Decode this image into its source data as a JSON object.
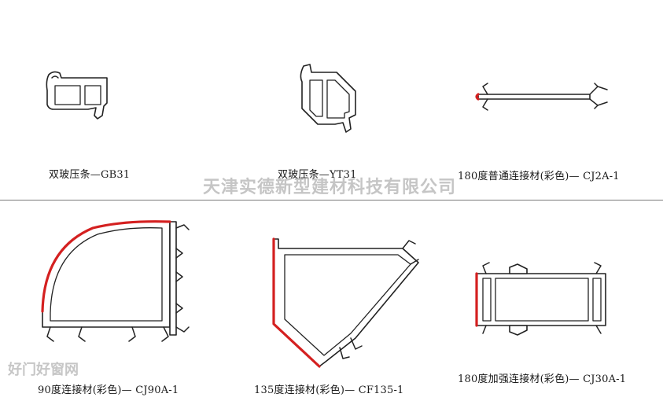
{
  "watermark": "天津实德新型建材科技有限公司",
  "site_mark": "好门好窗网",
  "colors": {
    "outline": "#222222",
    "accent_seal": "#d42020"
  },
  "profiles": [
    {
      "caption": "双玻压条—GB31"
    },
    {
      "caption": "双玻压条—YT31"
    },
    {
      "caption": "180度普通连接材(彩色)— CJ2A-1"
    },
    {
      "caption": "90度连接材(彩色)— CJ90A-1"
    },
    {
      "caption": "135度连接材(彩色)— CF135-1"
    },
    {
      "caption": "180度加强连接材(彩色)— CJ30A-1"
    }
  ]
}
